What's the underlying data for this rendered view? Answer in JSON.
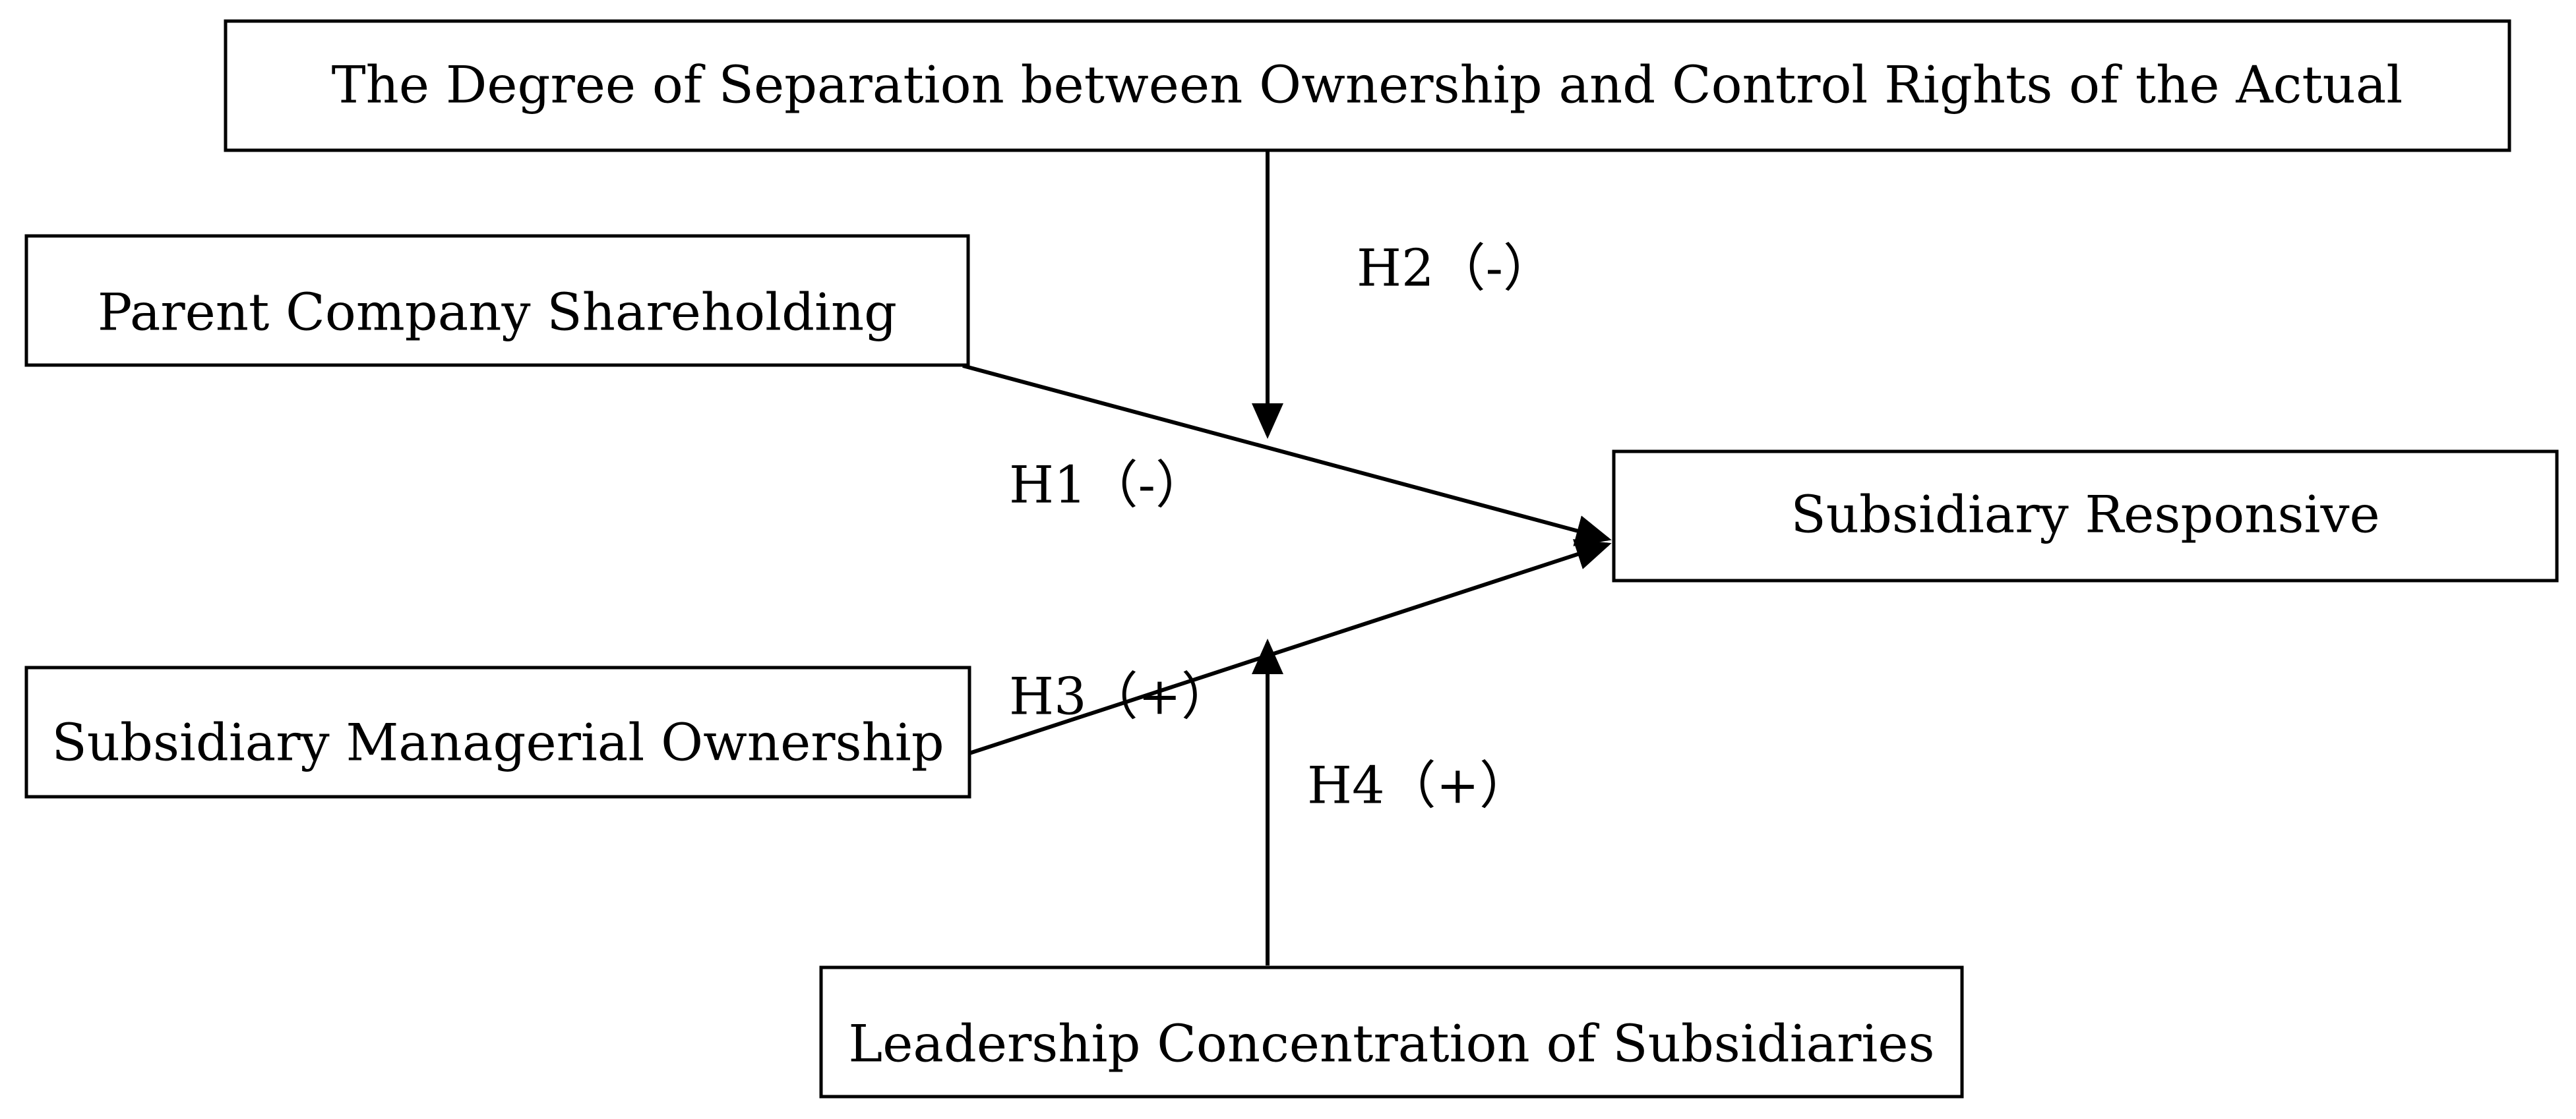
{
  "boxes": {
    "separation": "The Degree of Separation between Ownership and Control Rights of the Actual",
    "parent_shareholding": "Parent Company Shareholding",
    "subsidiary_responsive": "Subsidiary Responsive",
    "managerial_ownership": "Subsidiary Managerial Ownership",
    "leadership_concentration": "Leadership Concentration of Subsidiaries"
  },
  "hypotheses": {
    "h1": "H1（-）",
    "h2": "H2（-）",
    "h3": "H3（+）",
    "h4": "H4（+）"
  },
  "colors": {
    "stroke": "#000000",
    "background": "#ffffff"
  }
}
